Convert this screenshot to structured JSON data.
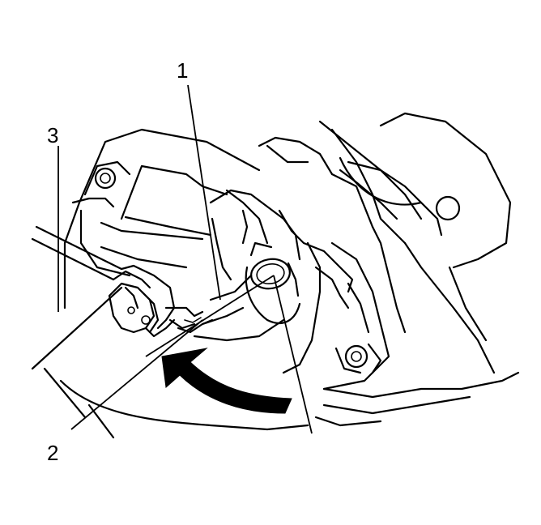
{
  "callouts": {
    "one": "1",
    "two": "2",
    "three": "3"
  },
  "colors": {
    "line": "#000000",
    "background": "#ffffff",
    "arrow": "#000000"
  }
}
